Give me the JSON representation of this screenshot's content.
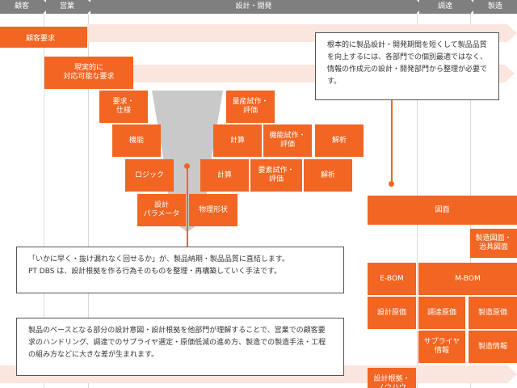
{
  "phases": [
    {
      "label": "顧客"
    },
    {
      "label": "営業"
    },
    {
      "label": "設計・開発"
    },
    {
      "label": "調達"
    },
    {
      "label": "製造"
    }
  ],
  "boxes": {
    "customer_req": "顧客要求",
    "realistic_req": "現実的に\n対応可能な要求",
    "requirements_spec": "要求・\n仕様",
    "mass_trial": "量産試作・\n評価",
    "function": "機能",
    "calc1": "計算",
    "func_trial": "機能試作・\n評価",
    "analysis1": "解析",
    "logic": "ロジック",
    "calc2": "計算",
    "element_trial": "要素試作・\n評価",
    "analysis2": "解析",
    "design_params": "設計\nパラメータ",
    "physical_shape": "物理形状",
    "drawing": "図面",
    "mfg_drawing": "製造図面・\n治具図面",
    "ebom": "E-BOM",
    "mbom": "M-BOM",
    "design_base": "設計原価",
    "procurement_base": "調達原価",
    "mfg_base": "製造原価",
    "supplier_info": "サプライヤ\n情報",
    "mfg_info": "製造情報",
    "design_rationale": "設計根拠・\nノウハウ"
  },
  "notes": {
    "top_right": "根本的に製品設計・開発期間を短くして製品品質を向上するには、各部門での個別最適ではなく、情報の作成元の設計・開発部門から整理が必要です。",
    "middle_line1": "「いかに早く・抜け漏れなく回せるか」が、製品納期・製品品質に直結します。",
    "middle_line2": "PT DBS は、設計根拠を作る行為そのものを整理・再構築していく手法です。",
    "bottom": "製品のベースとなる部分の設計意図・設計根拠を他部門が理解することで、営業での顧客要求のハンドリング、調達でのサプライヤ選定・原価低減の進め方、製造での製造手法・工程の組み方などに大きな差が生まれます。"
  },
  "colors": {
    "accent": "#f26522",
    "band": "#fbe6df",
    "header": "#7f7f7f",
    "funnel": "#c9c9c9"
  }
}
